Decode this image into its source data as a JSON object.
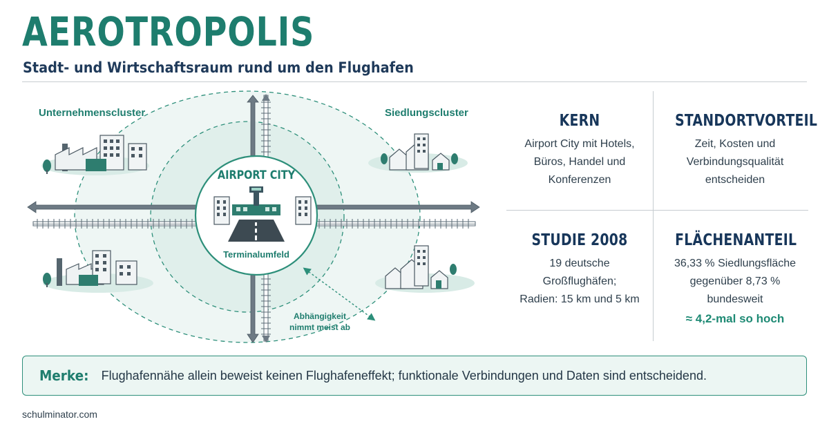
{
  "header": {
    "title": "AEROTROPOLIS",
    "subtitle": "Stadt- und Wirtschaftsraum rund um den Flughafen"
  },
  "diagram": {
    "center_title": "AIRPORT CITY",
    "center_caption": "Terminalumfeld",
    "label_top_left": "Unternehmenscluster",
    "label_top_right": "Siedlungscluster",
    "dependency_line1": "Abhängigkeit",
    "dependency_line2": "nimmt meist ab"
  },
  "cards": {
    "kern": {
      "title": "KERN",
      "lines": [
        "Airport City mit Hotels,",
        "Büros, Handel und",
        "Konferenzen"
      ]
    },
    "standort": {
      "title": "STANDORTVORTEIL",
      "lines": [
        "Zeit, Kosten und",
        "Verbindungsqualität",
        "entscheiden"
      ]
    },
    "studie": {
      "title": "STUDIE 2008",
      "lines": [
        "19 deutsche",
        "Großflughäfen;",
        "Radien: 15 km und 5 km"
      ]
    },
    "flaeche": {
      "title": "FLÄCHENANTEIL",
      "lines": [
        "36,33 % Siedlungsfläche",
        "gegenüber 8,73 %",
        "bundesweit"
      ],
      "highlight": "≈ 4,2-mal so hoch"
    }
  },
  "merke": {
    "label": "Merke:",
    "text": "Flughafennähe allein beweist keinen Flughafeneffekt; funktionale Verbindungen und Daten sind entscheidend."
  },
  "footer": {
    "source": "schulminator.com"
  },
  "colors": {
    "accent_green": "#1e7d6e",
    "navy": "#17365a",
    "ring_fill": "#e4f1ee",
    "inner_fill": "#d2e8e2"
  }
}
